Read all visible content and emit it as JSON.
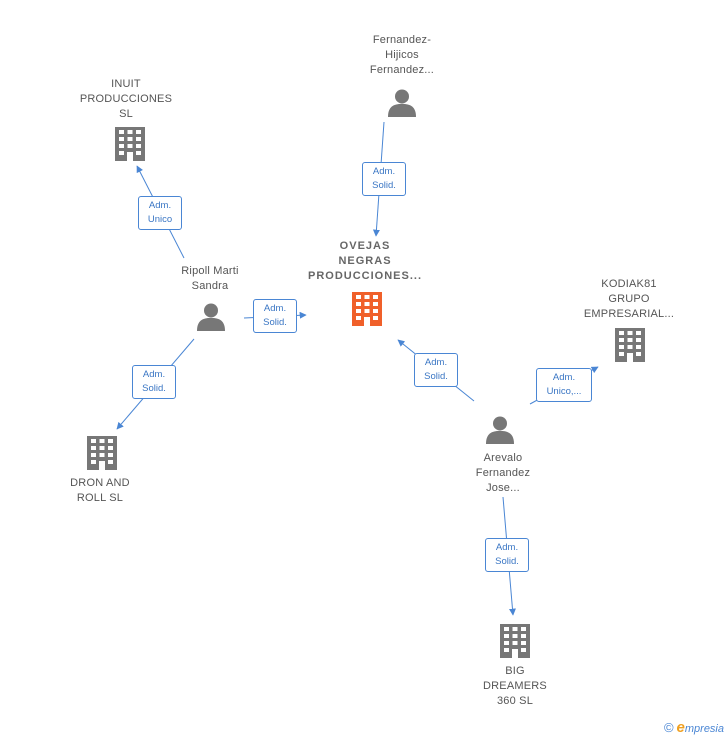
{
  "nodes": {
    "focus": {
      "label": "OVEJAS\nNEGRAS\nPRODUCCIONES...",
      "icon": "building-icon",
      "color": "#f0602a"
    },
    "inuit": {
      "label": "INUIT\nPRODUCCIONES\nSL",
      "icon": "building-icon",
      "color": "#777777"
    },
    "fernandez": {
      "label": "Fernandez-\nHijicos\nFernandez...",
      "icon": "person-icon",
      "color": "#777777"
    },
    "ripoll": {
      "label": "Ripoll Marti\nSandra",
      "icon": "person-icon",
      "color": "#777777"
    },
    "kodiak": {
      "label": "KODIAK81\nGRUPO\nEMPRESARIAL...",
      "icon": "building-icon",
      "color": "#777777"
    },
    "dron": {
      "label": "DRON AND\nROLL  SL",
      "icon": "building-icon",
      "color": "#777777"
    },
    "arevalo": {
      "label": "Arevalo\nFernandez\nJose...",
      "icon": "person-icon",
      "color": "#777777"
    },
    "bigdreamers": {
      "label": "BIG\nDREAMERS\n360  SL",
      "icon": "building-icon",
      "color": "#777777"
    }
  },
  "relations": {
    "fernandez_focus": "Adm.\nSolid.",
    "ripoll_inuit": "Adm.\nUnico",
    "ripoll_focus": "Adm.\nSolid.",
    "ripoll_dron": "Adm.\nSolid.",
    "arevalo_focus": "Adm.\nSolid.",
    "arevalo_kodiak": "Adm.\nUnico,...",
    "arevalo_bigdreamers": "Adm.\nSolid."
  },
  "colors": {
    "edge": "#4a86d4",
    "focus_node": "#f0602a",
    "node": "#777777"
  },
  "brand": {
    "copyright": "©",
    "initial": "e",
    "name": "mpresia"
  }
}
